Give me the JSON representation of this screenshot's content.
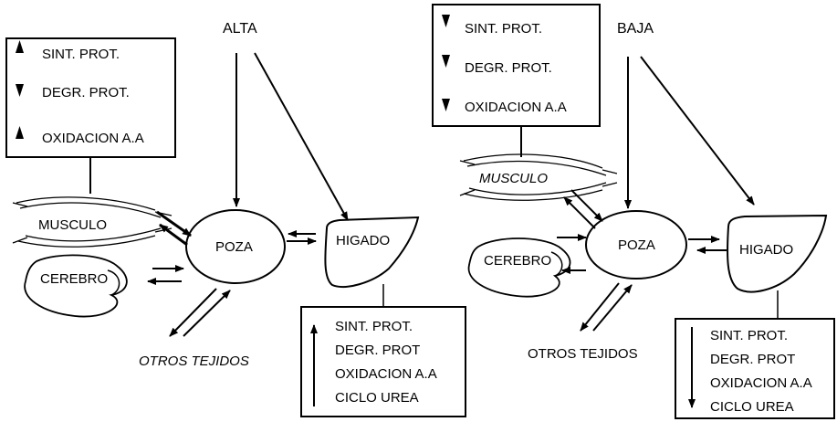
{
  "left": {
    "title": "ALTA",
    "muscle_box": [
      {
        "arrow": "up",
        "text": "SINT. PROT."
      },
      {
        "arrow": "down",
        "text": "DEGR. PROT."
      },
      {
        "arrow": "up",
        "text": "OXIDACION A.A"
      }
    ],
    "muscle": "MUSCULO",
    "pool": "POZA",
    "liver": "HIGADO",
    "brain": "CEREBRO",
    "other": "OTROS TEJIDOS",
    "liver_box": {
      "arrow": "up",
      "lines": [
        "SINT. PROT.",
        "DEGR. PROT",
        "OXIDACION A.A",
        "CICLO UREA"
      ]
    }
  },
  "right": {
    "title": "BAJA",
    "muscle_box": [
      {
        "arrow": "down",
        "text": "SINT. PROT."
      },
      {
        "arrow": "down",
        "text": "DEGR. PROT."
      },
      {
        "arrow": "down",
        "text": "OXIDACION A.A"
      }
    ],
    "muscle": "MUSCULO",
    "pool": "POZA",
    "liver": "HIGADO",
    "brain": "CEREBRO",
    "other": "OTROS TEJIDOS",
    "liver_box": {
      "arrow": "down",
      "lines": [
        "SINT. PROT.",
        "DEGR. PROT",
        "OXIDACION A.A",
        "CICLO UREA"
      ]
    }
  }
}
